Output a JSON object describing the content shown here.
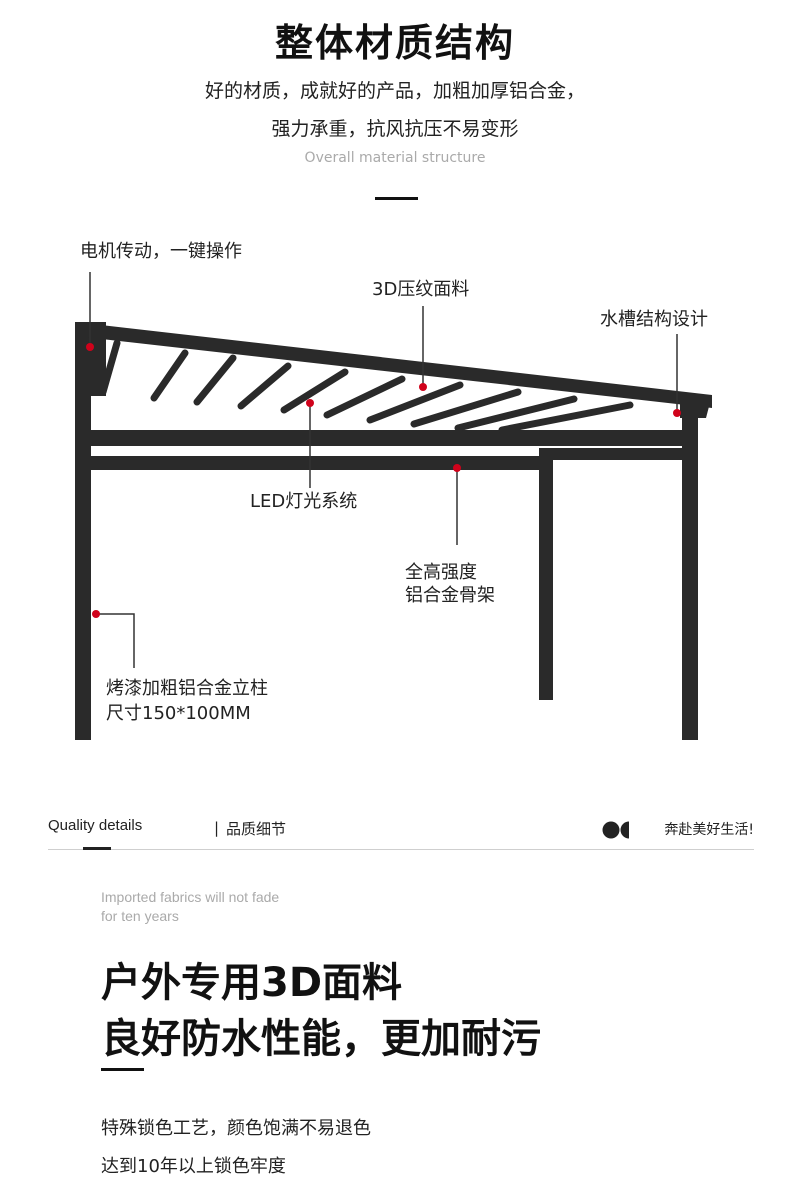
{
  "header": {
    "title": "整体材质结构",
    "line1": "好的材质，成就好的产品，加粗加厚铝合金，",
    "line2": "强力承重，抗风抗压不易变形",
    "en_subtitle": "Overall material structure"
  },
  "callouts": {
    "motor": "电机传动，一键操作",
    "fabric": "3D压纹面料",
    "gutter": "水槽结构设计",
    "led": "LED灯光系统",
    "frame_1": "全高强度",
    "frame_2": "铝合金骨架",
    "post_1": "烤漆加粗铝合金立柱",
    "post_2": "尺寸150*100MM"
  },
  "colors": {
    "frame": "#2a2a2a",
    "marker": "#d0021b",
    "accent": "#111111"
  },
  "quality": {
    "label": "Quality details",
    "separator": "|",
    "label_cn": "品质细节",
    "slogan": "奔赴美好生活!"
  },
  "feature": {
    "en_line1": "Imported fabrics will not fade",
    "en_line2": "for ten years",
    "headline1": "户外专用3D面料",
    "headline2": "良好防水性能，更加耐污",
    "desc1": "特殊锁色工艺，颜色饱满不易退色",
    "desc2": "达到10年以上锁色牢度"
  }
}
